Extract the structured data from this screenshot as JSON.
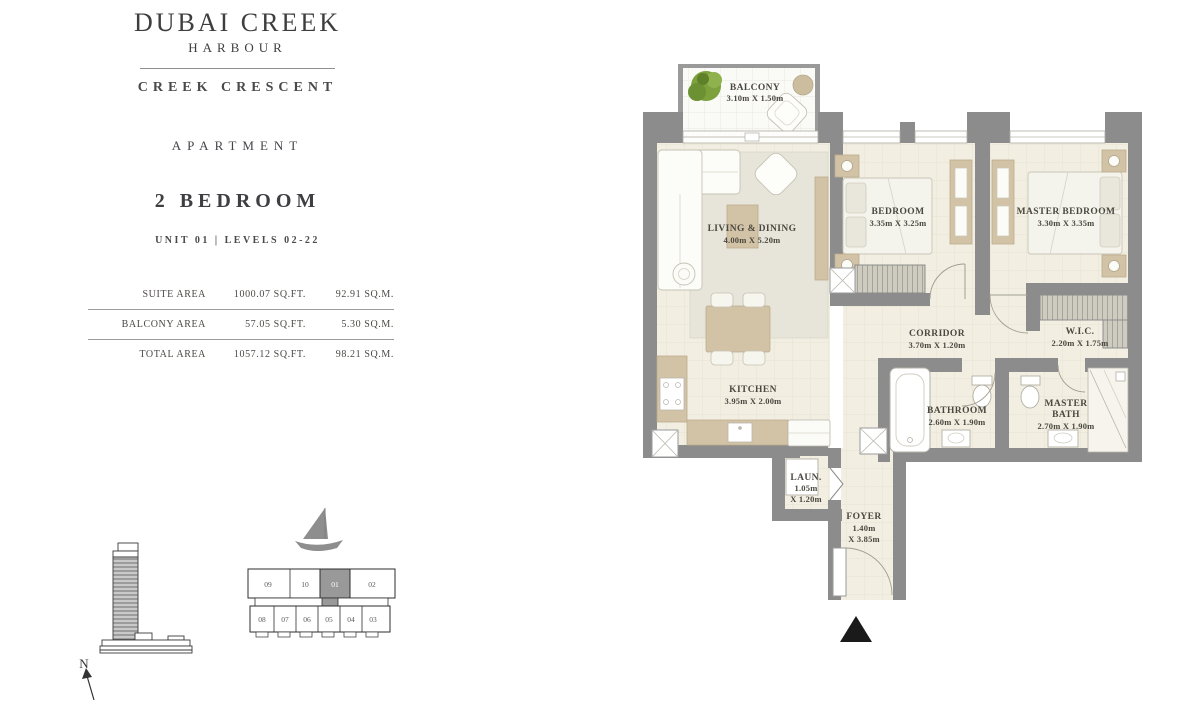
{
  "brand": {
    "line1": "DUBAI CREEK",
    "line2": "HARBOUR"
  },
  "project": {
    "name": "CREEK CRESCENT",
    "category": "APARTMENT",
    "unit_type": "2 BEDROOM",
    "unit_info": "UNIT 01 | LEVELS 02-22"
  },
  "area_table": {
    "rows": [
      {
        "label": "SUITE AREA",
        "sqft": "1000.07 SQ.FT.",
        "sqm": "92.91 SQ.M."
      },
      {
        "label": "BALCONY AREA",
        "sqft": "57.05 SQ.FT.",
        "sqm": "5.30 SQ.M."
      },
      {
        "label": "TOTAL AREA",
        "sqft": "1057.12 SQ.FT.",
        "sqm": "98.21 SQ.M."
      }
    ]
  },
  "rooms": {
    "balcony": {
      "name": "BALCONY",
      "dims": "3.10m X 1.50m"
    },
    "living": {
      "name": "LIVING & DINING",
      "dims": "4.00m X 5.20m"
    },
    "bedroom": {
      "name": "BEDROOM",
      "dims": "3.35m X 3.25m"
    },
    "master_bedroom": {
      "name": "MASTER BEDROOM",
      "dims": "3.30m X 3.35m"
    },
    "corridor": {
      "name": "CORRIDOR",
      "dims": "3.70m X 1.20m"
    },
    "wic": {
      "name": "W.I.C.",
      "dims": "2.20m X 1.75m"
    },
    "kitchen": {
      "name": "KITCHEN",
      "dims": "3.95m X 2.00m"
    },
    "bathroom": {
      "name": "BATHROOM",
      "dims": "2.60m X 1.90m"
    },
    "master_bath": {
      "name_line1": "MASTER",
      "name_line2": "BATH",
      "dims": "2.70m X 1.90m"
    },
    "laundry": {
      "name": "LAUN.",
      "dims_line1": "1.05m",
      "dims_line2": "X 1.20m"
    },
    "foyer": {
      "name": "FOYER",
      "dims_line1": "1.40m",
      "dims_line2": "X 3.85m"
    }
  },
  "keyplan": {
    "top_units": [
      "09",
      "10",
      "01",
      "02"
    ],
    "bottom_units": [
      "08",
      "07",
      "06",
      "05",
      "04",
      "03"
    ],
    "highlighted_unit": "01"
  },
  "compass": {
    "north_label": "N"
  },
  "colors": {
    "wall": "#8c8c8c",
    "floor": "#f2efe2",
    "balcony_floor": "#fafaf6",
    "furniture_tan": "#d2c3a6",
    "rug": "#e7e4d9",
    "tree_green": "#7ca13d",
    "text": "#474540",
    "keyplan_highlight": "#999999",
    "entry_marker": "#1a1a1a"
  }
}
